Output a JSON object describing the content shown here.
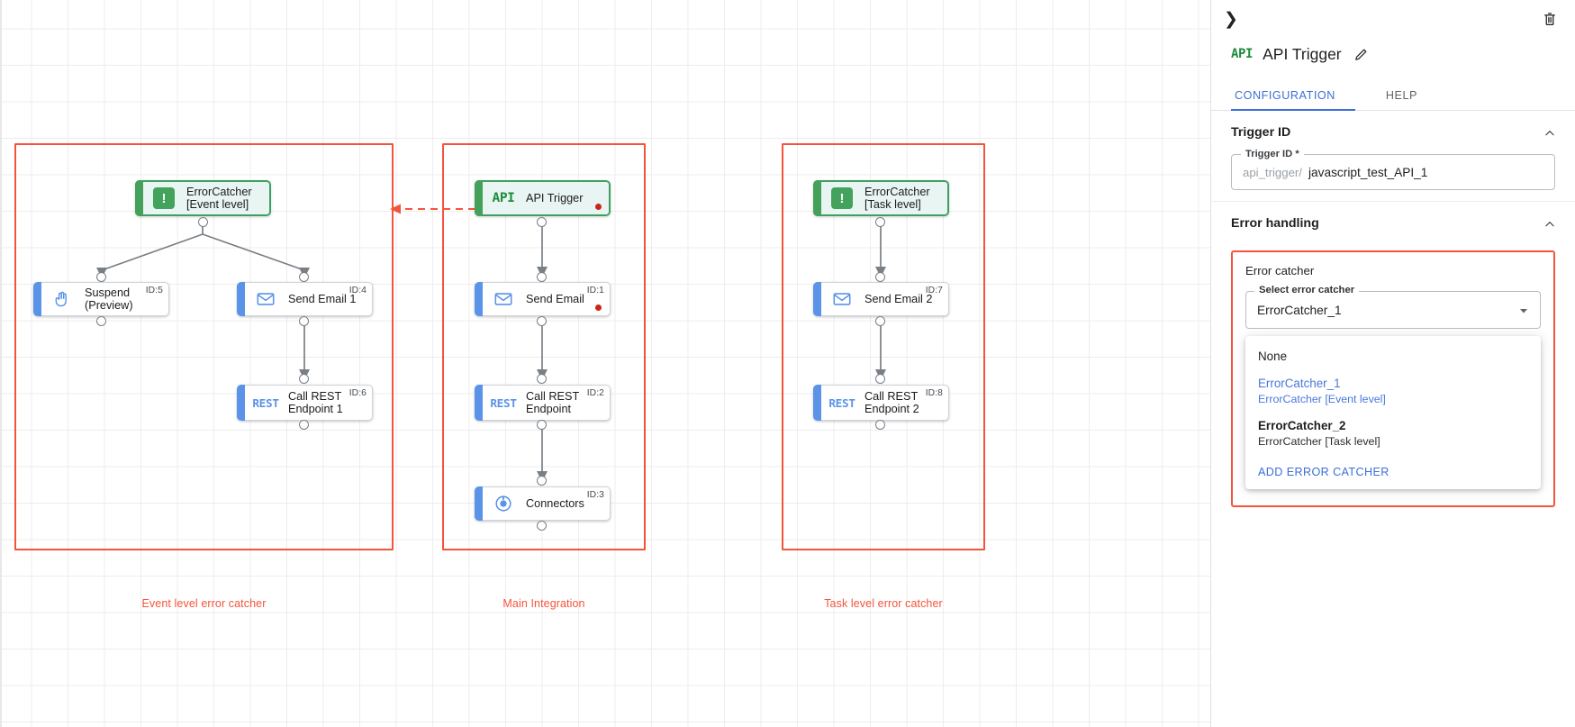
{
  "canvas": {
    "groups": [
      {
        "caption": "Event level error catcher"
      },
      {
        "caption": "Main Integration"
      },
      {
        "caption": "Task level error catcher"
      }
    ],
    "nodes": {
      "errorcatcher_event": {
        "label": "ErrorCatcher\n[Event level]",
        "icon": "error-catcher-icon",
        "id_tag": ""
      },
      "suspend": {
        "label": "Suspend\n(Preview)",
        "icon": "hand-icon",
        "id_tag": "ID:5"
      },
      "send_email_1": {
        "label": "Send Email 1",
        "icon": "envelope-icon",
        "id_tag": "ID:4"
      },
      "call_rest_1": {
        "label": "Call REST\nEndpoint 1",
        "icon": "rest-icon",
        "id_tag": "ID:6"
      },
      "api_trigger": {
        "label": "API Trigger",
        "icon": "api-icon",
        "id_tag": ""
      },
      "send_email": {
        "label": "Send Email",
        "icon": "envelope-icon",
        "id_tag": "ID:1"
      },
      "call_rest": {
        "label": "Call REST\nEndpoint",
        "icon": "rest-icon",
        "id_tag": "ID:2"
      },
      "connectors": {
        "label": "Connectors",
        "icon": "connectors-icon",
        "id_tag": "ID:3"
      },
      "errorcatcher_task": {
        "label": "ErrorCatcher\n[Task level]",
        "icon": "error-catcher-icon",
        "id_tag": ""
      },
      "send_email_2": {
        "label": "Send Email 2",
        "icon": "envelope-icon",
        "id_tag": "ID:7"
      },
      "call_rest_2": {
        "label": "Call REST\nEndpoint 2",
        "icon": "rest-icon",
        "id_tag": "ID:8"
      }
    }
  },
  "panel": {
    "collapse_icon": "chevron-right-icon",
    "delete_icon": "trash-icon",
    "badge": "API",
    "title": "API Trigger",
    "edit_icon": "pencil-icon",
    "tabs": [
      {
        "label": "CONFIGURATION",
        "active": true
      },
      {
        "label": "HELP",
        "active": false
      }
    ],
    "trigger_id_section": {
      "heading": "Trigger ID",
      "collapse_icon": "caret-up-icon",
      "field_label": "Trigger ID *",
      "prefix": "api_trigger/",
      "value": "javascript_test_API_1"
    },
    "error_handling_section": {
      "heading": "Error handling",
      "collapse_icon": "caret-up-icon",
      "card_title": "Error catcher",
      "select_label": "Select error catcher",
      "select_value": "ErrorCatcher_1",
      "dropdown_icon": "caret-down-icon",
      "menu": {
        "items": [
          {
            "primary": "None",
            "sub": "",
            "selected": false,
            "bold": false
          },
          {
            "primary": "ErrorCatcher_1",
            "sub": "ErrorCatcher [Event level]",
            "selected": true,
            "bold": false
          },
          {
            "primary": "ErrorCatcher_2",
            "sub": "ErrorCatcher [Task level]",
            "selected": false,
            "bold": true
          }
        ],
        "action_label": "ADD ERROR CATCHER"
      }
    }
  },
  "colors": {
    "accent_blue": "#3d6fd6",
    "error_red": "#f4543c",
    "node_blue": "#5b93e8",
    "node_green": "#43a25b",
    "grid": "#ededed"
  }
}
